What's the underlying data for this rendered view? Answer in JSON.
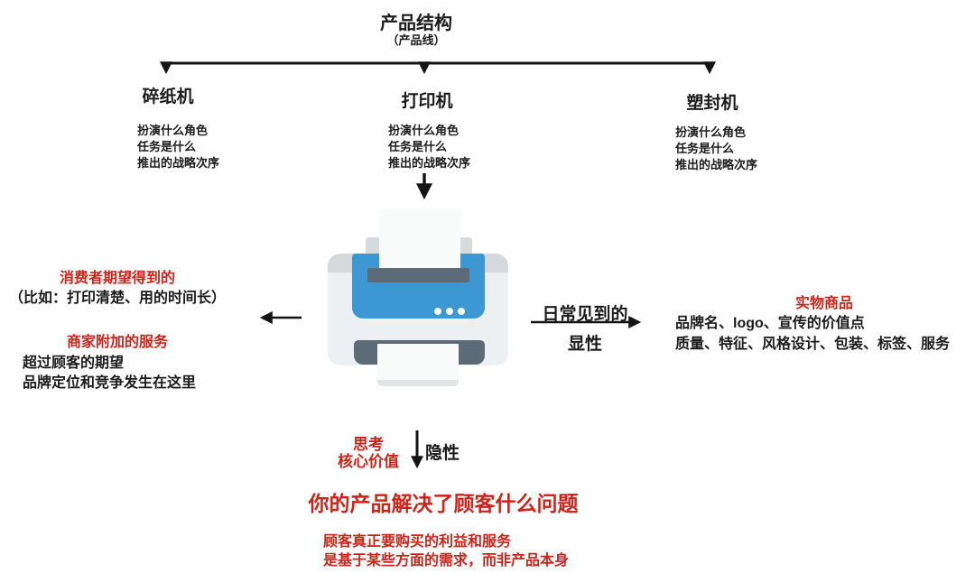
{
  "colors": {
    "red": "#cc241a",
    "line": "#141414",
    "text": "#1b1b1b",
    "printer-blue": "#3d97d3",
    "printer-dark": "#5d6b78",
    "printer-body": "#edf0f2",
    "printer-shoulder": "#d6d9db",
    "printer-tray": "#d8dbdd",
    "printer-paper": "#f9fafa",
    "printer-paper-edge": "#e2e4e5"
  },
  "header": {
    "title": "产品结构",
    "subtitle": "（产品线）"
  },
  "branches": [
    {
      "name": "碎纸机",
      "notes": [
        "扮演什么角色",
        "任务是什么",
        "推出的战略次序"
      ]
    },
    {
      "name": "打印机",
      "notes": [
        "扮演什么角色",
        "任务是什么",
        "推出的战略次序"
      ]
    },
    {
      "name": "塑封机",
      "notes": [
        "扮演什么角色",
        "任务是什么",
        "推出的战略次序"
      ]
    }
  ],
  "left_block": {
    "heading_expect": "消费者期望得到的",
    "example": "（比如：打印清楚、用的时间长）",
    "heading_service": "商家附加的服务",
    "line_exceed": "超过顾客的期望",
    "line_brand": "品牌定位和竞争发生在这里"
  },
  "right_block": {
    "heading": "实物商品",
    "line1": "品牌名、logo、宣传的价值点",
    "line2": "质量、特征、风格设计、包装、标签、服务"
  },
  "visible_arrow": {
    "top_label": "日常见到的",
    "bottom_label": "显性"
  },
  "hidden_arrow": {
    "think_line1": "思考",
    "think_line2": "核心价值",
    "label": "隐性"
  },
  "bottom": {
    "headline": "你的产品解决了顾客什么问题",
    "note1": "顾客真正要购买的利益和服务",
    "note2": "是基于某些方面的需求，而非产品本身"
  },
  "icons": {
    "printer": "printer-icon (css-shape)"
  }
}
